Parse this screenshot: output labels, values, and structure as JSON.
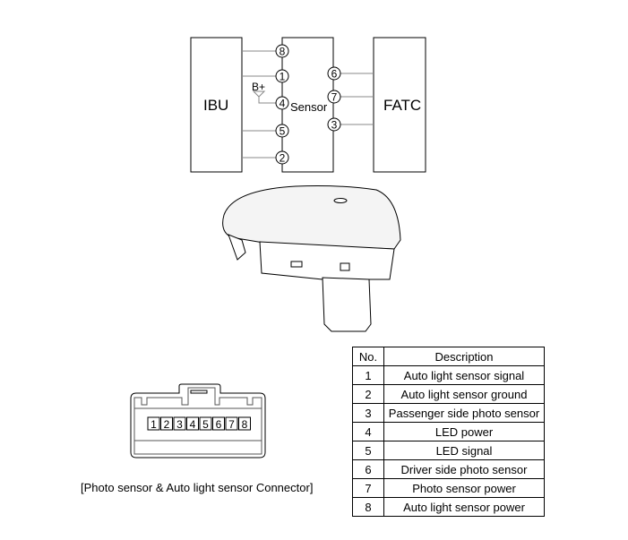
{
  "wiring": {
    "ibu_label": "IBU",
    "sensor_label": "Sensor",
    "fatc_label": "FATC",
    "bplus_label": "B+",
    "left_pins": [
      "8",
      "1",
      "4",
      "5",
      "2"
    ],
    "right_pins": [
      "6",
      "7",
      "3"
    ]
  },
  "connector": {
    "pins": [
      "1",
      "2",
      "3",
      "4",
      "5",
      "6",
      "7",
      "8"
    ],
    "caption": "[Photo sensor & Auto light sensor Connector]"
  },
  "table": {
    "headers": {
      "no": "No.",
      "description": "Description"
    },
    "rows": [
      {
        "no": "1",
        "description": "Auto light sensor signal"
      },
      {
        "no": "2",
        "description": "Auto light sensor ground"
      },
      {
        "no": "3",
        "description": "Passenger side photo sensor"
      },
      {
        "no": "4",
        "description": "LED power"
      },
      {
        "no": "5",
        "description": "LED signal"
      },
      {
        "no": "6",
        "description": "Driver side photo sensor"
      },
      {
        "no": "7",
        "description": "Photo sensor power"
      },
      {
        "no": "8",
        "description": "Auto light sensor power"
      }
    ]
  }
}
